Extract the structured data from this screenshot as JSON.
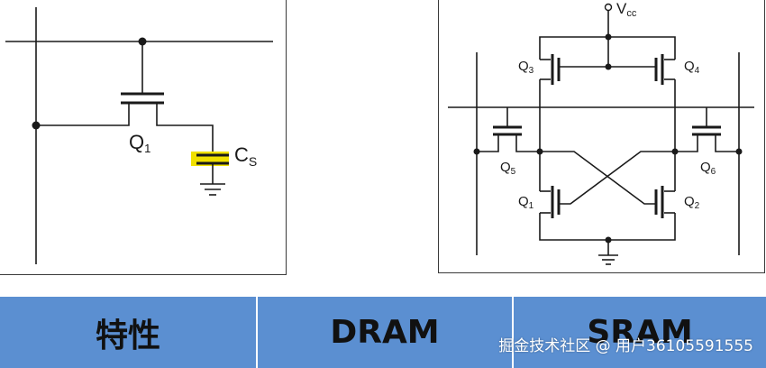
{
  "dram": {
    "transistor_label": "Q",
    "transistor_sub": "1",
    "capacitor_label": "C",
    "capacitor_sub": "S"
  },
  "sram": {
    "vcc_label": "V",
    "vcc_sub": "cc",
    "q3": "Q",
    "q3_sub": "3",
    "q4": "Q",
    "q4_sub": "4",
    "q5": "Q",
    "q5_sub": "5",
    "q6": "Q",
    "q6_sub": "6",
    "q1": "Q",
    "q1_sub": "1",
    "q2": "Q",
    "q2_sub": "2"
  },
  "table": {
    "col1": "特性",
    "col2": "DRAM",
    "col3": "SRAM"
  },
  "watermark": "掘金技术社区 @ 用户36105591555",
  "colors": {
    "header_bg": "#5b8fd1",
    "capacitor_highlight": "#f0e000"
  }
}
